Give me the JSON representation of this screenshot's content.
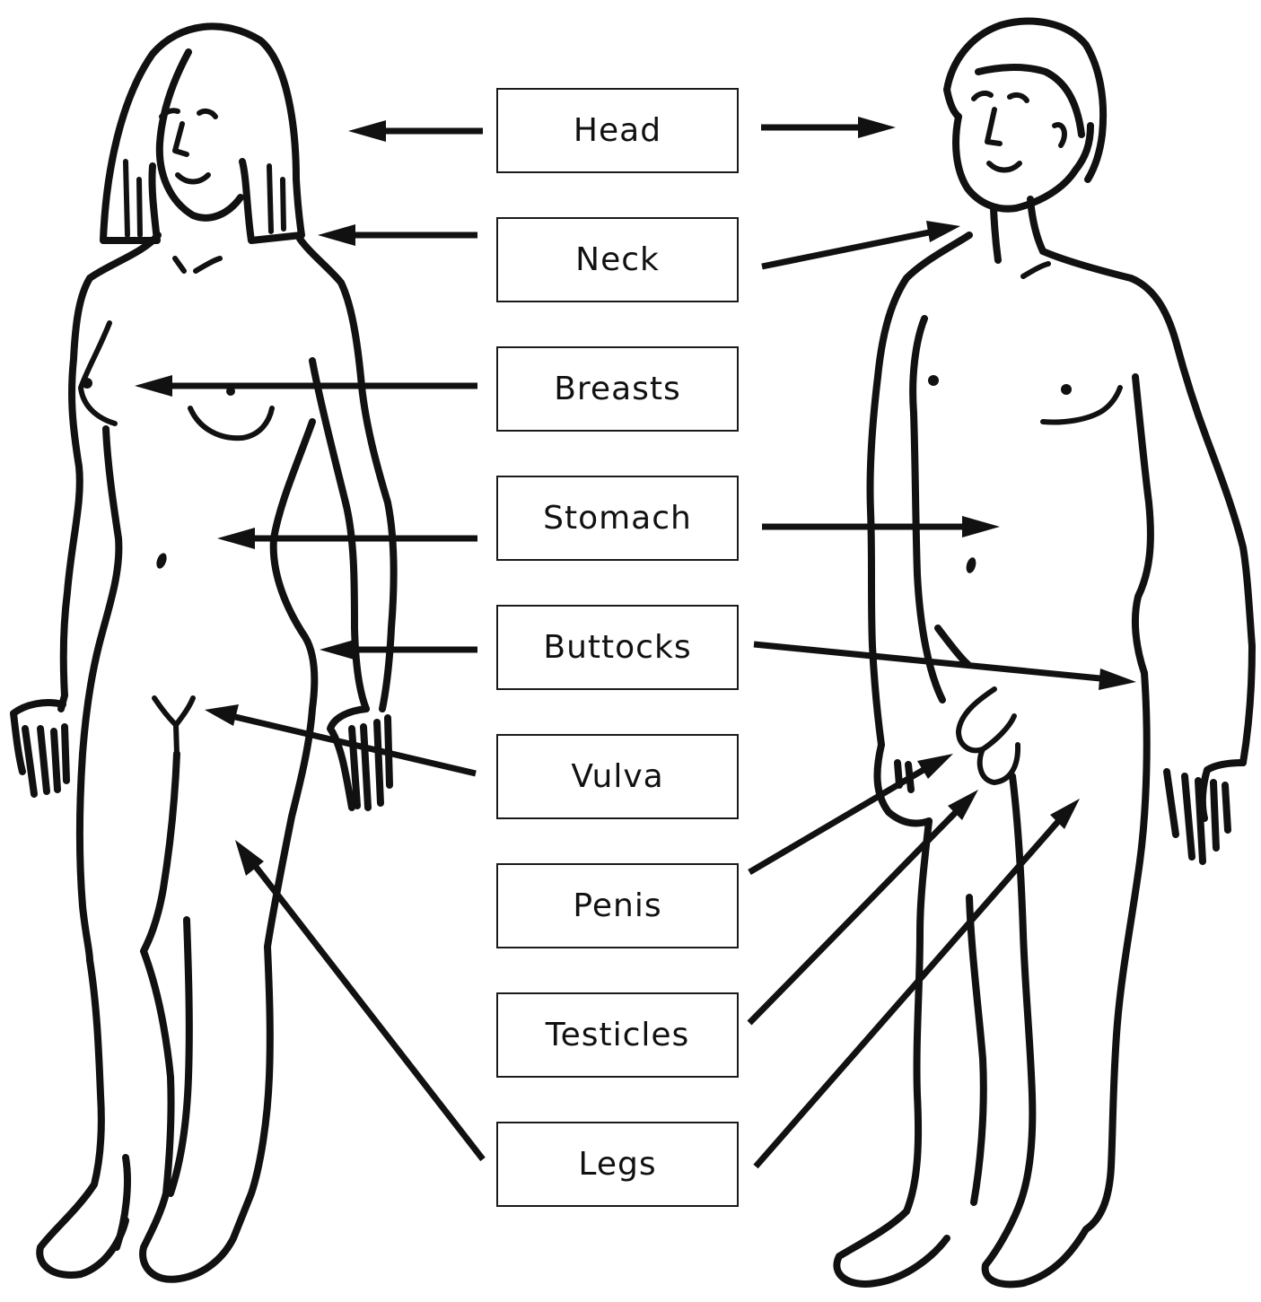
{
  "labels": [
    "Head",
    "Neck",
    "Breasts",
    "Stomach",
    "Buttocks",
    "Vulva",
    "Penis",
    "Testicles",
    "Legs"
  ],
  "figures": [
    "female-figure",
    "male-figure"
  ],
  "colors": {
    "ink": "#111111",
    "background": "#ffffff"
  }
}
